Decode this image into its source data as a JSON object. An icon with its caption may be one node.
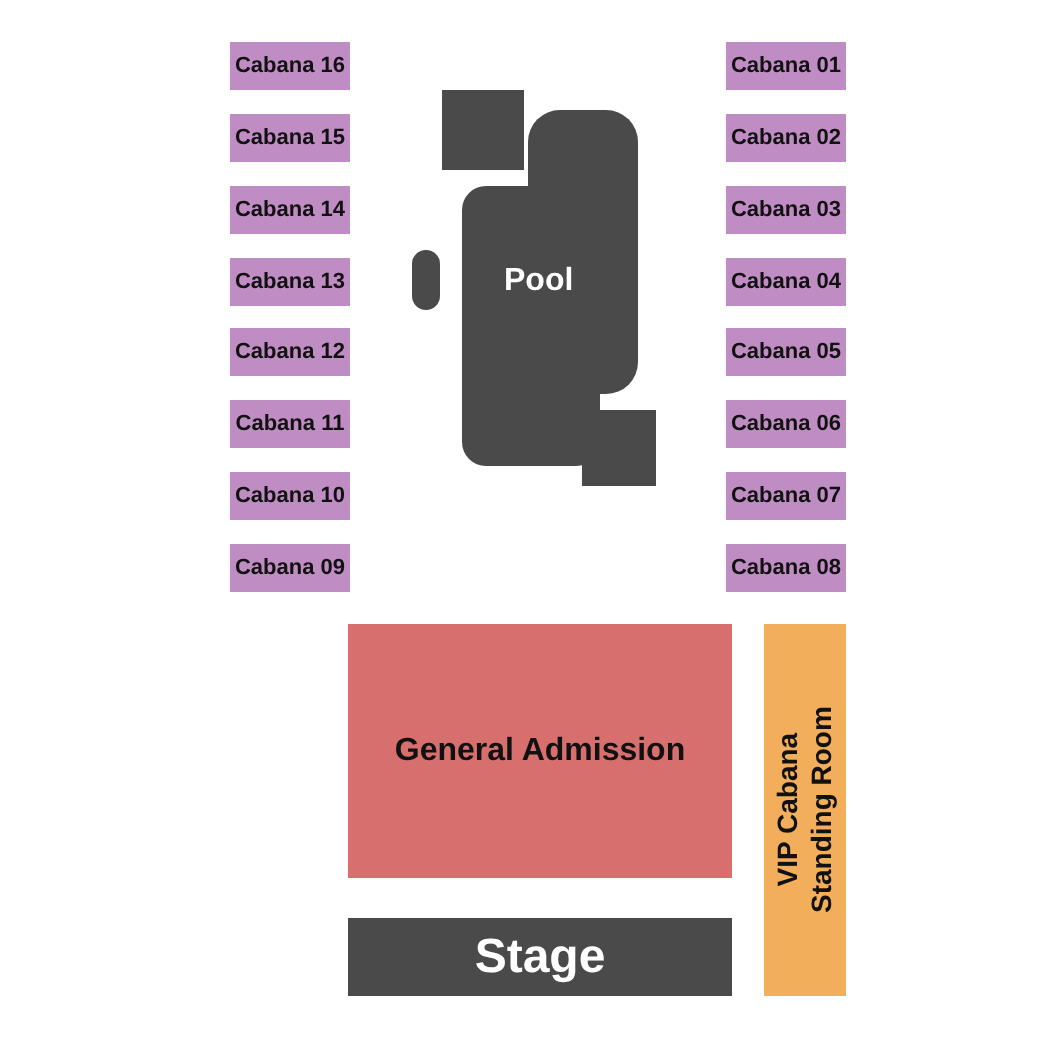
{
  "diagram": {
    "nodes": [
      {
        "text": [
          "Cabana 16"
        ]
      },
      {
        "text": [
          "Cabana 01"
        ]
      },
      {
        "text": [
          "Cabana 15"
        ]
      },
      {
        "text": [
          "Cabana 02"
        ]
      },
      {
        "text": [
          "Cabana 14"
        ]
      },
      {
        "text": [
          "Cabana 03"
        ]
      },
      {
        "text": [
          "Cabana 13"
        ]
      },
      {
        "text": [
          "Cabana 04"
        ]
      },
      {
        "text": [
          "Cabana 12"
        ]
      },
      {
        "text": [
          "Cabana 05"
        ]
      },
      {
        "text": [
          "Cabana 11"
        ]
      },
      {
        "text": [
          "Cabana 06"
        ]
      },
      {
        "text": [
          "Cabana 10"
        ]
      },
      {
        "text": [
          "Cabana 07"
        ]
      },
      {
        "text": [
          "Cabana 09"
        ]
      },
      {
        "text": [
          "Cabana 08"
        ]
      },
      {
        "text": [
          "Pool"
        ]
      },
      {
        "text": [
          "General Admission"
        ]
      },
      {
        "text": [
          "VIP Cabana Standing Room"
        ]
      },
      {
        "text": [
          "Stage"
        ]
      }
    ]
  }
}
